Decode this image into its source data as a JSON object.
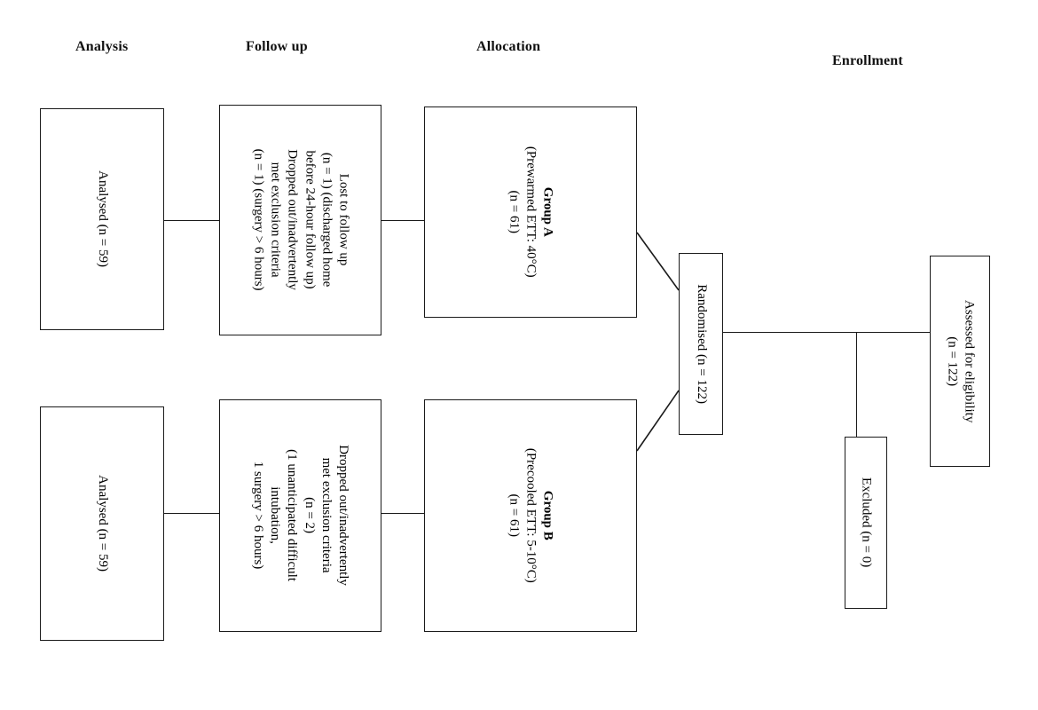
{
  "diagram": {
    "type": "consort-flow-diagram",
    "orientation": "right-to-left",
    "text_rotation_deg": 90
  },
  "headers": [
    {
      "id": "analysis",
      "label": "Analysis"
    },
    {
      "id": "follow-up",
      "label": "Follow up"
    },
    {
      "id": "allocation",
      "label": "Allocation"
    },
    {
      "id": "enrollment",
      "label": "Enrollment"
    }
  ],
  "boxes": {
    "assessed": {
      "lines": [
        "Assessed for eligibility",
        "(n = 122)"
      ],
      "line1": "Assessed for eligibility",
      "line2": "(n = 122)"
    },
    "excluded": {
      "lines": [
        "Excluded (n = 0)"
      ],
      "line1": "Excluded (n = 0)"
    },
    "randomised": {
      "lines": [
        "Randomised (n = 122)"
      ],
      "line1": "Randomised (n = 122)"
    },
    "group_a": {
      "lines": [
        "Group A",
        "(Prewarmed ETT: 40°C)",
        "(n = 61)"
      ],
      "line1": "Group A",
      "line2": "(Prewarmed ETT: 40°C)",
      "line3": "(n = 61)"
    },
    "group_b": {
      "lines": [
        "Group B",
        "(Precooled ETT: 5-10°C)",
        "(n = 61)"
      ],
      "line1": "Group B",
      "line2": "(Precooled ETT: 5-10°C)",
      "line3": "(n = 61)"
    },
    "followup_a": {
      "lines": [
        "Lost to follow up",
        "(n = 1) (discharged home",
        "before 24-hour follow up)",
        "Dropped out/inadvertently",
        "met exclusion criteria",
        "(n = 1) (surgery > 6 hours)"
      ],
      "line1": "Lost to follow up",
      "line2": "(n = 1) (discharged home",
      "line3": "before 24-hour follow up)",
      "line4": "Dropped out/inadvertently",
      "line5": "met exclusion criteria",
      "line6": "(n = 1) (surgery > 6 hours)"
    },
    "followup_b": {
      "lines": [
        "Dropped out/inadvertently",
        "met exclusion criteria",
        "(n = 2)",
        "(1 unanticipated difficult",
        "intubation,",
        "1 surgery > 6 hours)"
      ],
      "line1": "Dropped out/inadvertently",
      "line2": "met exclusion criteria",
      "line3": "(n = 2)",
      "line4": "(1 unanticipated difficult",
      "line5": "intubation,",
      "line6": "1 surgery > 6 hours)"
    },
    "analysed_a": {
      "lines": [
        "Analysed (n = 59)"
      ],
      "line1": "Analysed (n = 59)"
    },
    "analysed_b": {
      "lines": [
        "Analysed (n = 59)"
      ],
      "line1": "Analysed (n = 59)"
    }
  },
  "colors": {
    "stroke": "#1a1a1a",
    "text": "#000000",
    "background": "#ffffff"
  }
}
